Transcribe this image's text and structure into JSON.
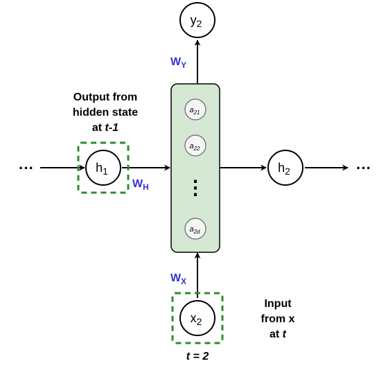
{
  "nodes": {
    "y2": {
      "base": "y",
      "sub": "2"
    },
    "h1": {
      "base": "h",
      "sub": "1"
    },
    "h2": {
      "base": "h",
      "sub": "2"
    },
    "x2": {
      "base": "x",
      "sub": "2"
    }
  },
  "hidden_units": [
    {
      "base": "a",
      "sub": "21"
    },
    {
      "base": "a",
      "sub": "22"
    },
    {
      "base": "a",
      "sub": "2d"
    }
  ],
  "vertical_ellipsis": "⋮",
  "ellipsis_left": "···",
  "ellipsis_right": "···",
  "weights": {
    "wy": {
      "base": "W",
      "sub": "Y"
    },
    "wh": {
      "base": "W",
      "sub": "H"
    },
    "wx": {
      "base": "W",
      "sub": "X"
    }
  },
  "notes": {
    "output_line1": "Output from",
    "output_line2": "hidden state",
    "output_line3_prefix": "at ",
    "output_line3_italic": "t-1",
    "input_line1": "Input",
    "input_line2": "from x",
    "input_line3_prefix": "at ",
    "input_line3_italic": "t",
    "t_label": "t = 2"
  },
  "colors": {
    "weight_label": "#3333cc",
    "dashed_box": "#2e8b2e",
    "hidden_fill": "#d5e8d4",
    "hidden_stroke": "#82b366",
    "unit_fill": "#f5f5f5",
    "unit_stroke": "#666666"
  }
}
